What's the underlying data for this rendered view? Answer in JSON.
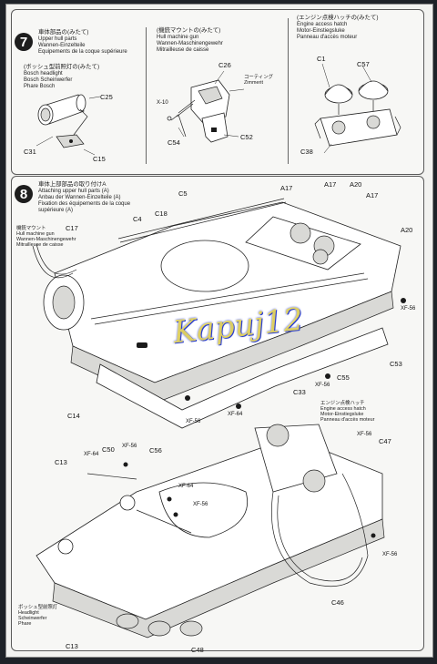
{
  "step7": {
    "number": "7",
    "title": {
      "jp": "車体部品の(みたて)",
      "en": "Upper hull parts",
      "de": "Wannen-Einzelteile",
      "fr": "Equipements de la coque supérieure"
    },
    "sub_headlight": {
      "jp": "(ボッシュ型前照灯の(みたて)",
      "en": "Bosch headlight",
      "de": "Bosch Scheinwerfer",
      "fr": "Phare Bosch",
      "parts": [
        "C25",
        "C31",
        "C15"
      ]
    },
    "sub_mg": {
      "jp": "(機銃マウントの(みたて)",
      "en": "Hull machine gun",
      "de": "Wannen-Maschinengewehr",
      "fr": "Mitrailleuse de caisse",
      "coating_jp": "コーティング",
      "coating_de": "Zimmerit",
      "parts": [
        "C26",
        "X-10",
        "C54",
        "C52"
      ]
    },
    "sub_hatch": {
      "jp": "(エンジン点検ハッチの(みたて)",
      "en": "Engine access hatch",
      "de": "Motor-Einstiegsluke",
      "fr": "Panneau d'accès moteur",
      "parts": [
        "C1",
        "C57",
        "C38"
      ]
    }
  },
  "step8": {
    "number": "8",
    "title": {
      "jp": "車体上部部品の取り付けA",
      "en": "Attaching upper hull parts (A)",
      "de": "Anbau der Wannen-Einzelteile (A)",
      "fr": "Fixation des équipements de la coque",
      "fr2": "supérieure (A)"
    },
    "mg_note": {
      "jp": "機銃マウント",
      "en": "Hull machine gun",
      "de": "Wannen-Maschinengewehr",
      "fr": "Mitrailleuse de caisse"
    },
    "hatch_note": {
      "jp": "エンジン点検ハッチ",
      "en": "Engine access hatch",
      "de": "Motor-Einstiegsluke",
      "fr": "Panneau d'accès moteur"
    },
    "headlight_note": {
      "jp": "ボッシュ型前照灯",
      "en": "Headlight",
      "de": "Scheinwerfer",
      "fr": "Phare"
    },
    "upper_parts": [
      "C5",
      "A17",
      "A17",
      "A20",
      "A17",
      "C17",
      "C4",
      "C18",
      "A20",
      "XF-56",
      "C53",
      "C55",
      "XF-56",
      "C33",
      "XF-64",
      "XF-56",
      "C14"
    ],
    "lower_parts": [
      "C13",
      "XF-64",
      "C50",
      "XF-56",
      "C56",
      "XF-64",
      "XF-56",
      "XF-56",
      "C47",
      "XF-56",
      "C46",
      "C13",
      "C48"
    ]
  },
  "watermark": "Kapuj12"
}
